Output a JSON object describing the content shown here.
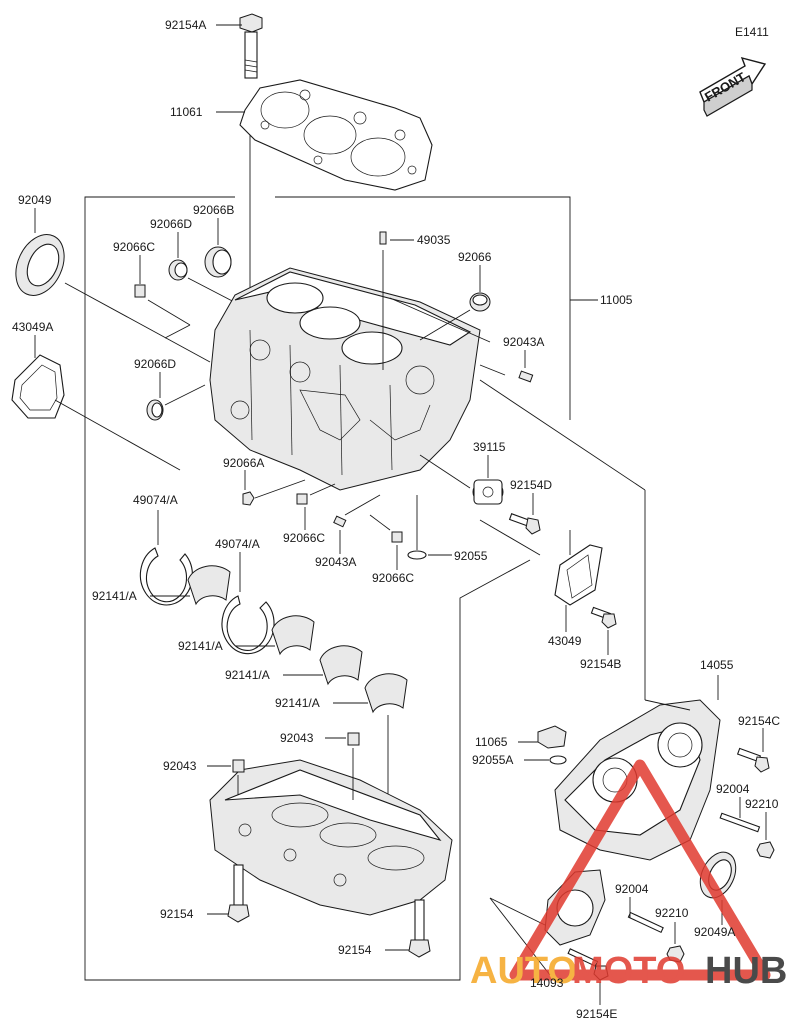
{
  "diagram_code": "E1411",
  "front_label": "FRONT",
  "watermark": {
    "part1": "AUTO",
    "part2": "MOTO",
    "part3": "HUB",
    "color_orange": "#f5a623",
    "color_red": "#e03a2f",
    "color_dark": "#2b2b2b"
  },
  "labels": [
    "92154A",
    "11061",
    "92049",
    "92066B",
    "92066D",
    "92066C",
    "49035",
    "92066",
    "43049A",
    "11005",
    "92043A",
    "92066D",
    "39115",
    "92154D",
    "92066A",
    "49074/A",
    "49074/A",
    "92066C",
    "92043A",
    "92066C",
    "92055",
    "92141/A",
    "92141/A",
    "92141/A",
    "92141/A",
    "43049",
    "92154B",
    "14055",
    "92154C",
    "11065",
    "92055A",
    "92043",
    "92043",
    "92004",
    "92210",
    "92004",
    "92210",
    "92049A",
    "92154",
    "92154",
    "14093",
    "92154E"
  ]
}
